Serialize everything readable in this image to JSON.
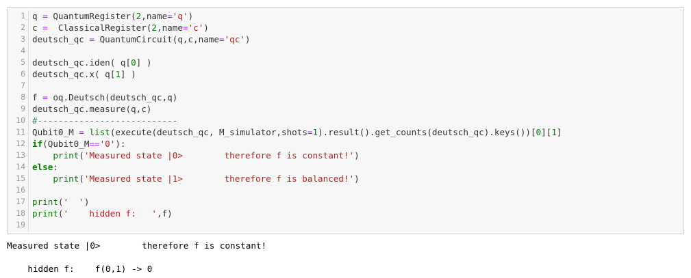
{
  "line_numbers": [
    "1",
    "2",
    "3",
    "4",
    "5",
    "6",
    "7",
    "8",
    "9",
    "10",
    "11",
    "12",
    "13",
    "14",
    "15",
    "16",
    "17",
    "18",
    "19"
  ],
  "code": {
    "l1": {
      "a": "q ",
      "b": "=",
      "c": " QuantumRegister(",
      "d": "2",
      "e": ",name",
      "f": "=",
      "g": "'q'",
      "h": ")"
    },
    "l2": {
      "a": "c ",
      "b": "=",
      "c": "  ClassicalRegister(",
      "d": "2",
      "e": ",name",
      "f": "=",
      "g": "'c'",
      "h": ")"
    },
    "l3": {
      "a": "deutsch_qc ",
      "b": "=",
      "c": " QuantumCircuit(q,c,name",
      "d": "=",
      "e": "'qc'",
      "f": ")"
    },
    "l5": {
      "a": "deutsch_qc.iden( q[",
      "b": "0",
      "c": "] )"
    },
    "l6": {
      "a": "deutsch_qc.x( q[",
      "b": "1",
      "c": "] )"
    },
    "l8": {
      "a": "f ",
      "b": "=",
      "c": " oq.Deutsch(deutsch_qc,q)"
    },
    "l9": {
      "a": "deutsch_qc.measure(q,c)"
    },
    "l10": {
      "a": "#---------------------------"
    },
    "l11": {
      "a": "Qubit0_M ",
      "b": "=",
      "c": " ",
      "d": "list",
      "e": "(execute(deutsch_qc, M_simulator,shots",
      "f": "=",
      "g": "1",
      "h": ").result().get_counts(deutsch_qc).keys())[",
      "i": "0",
      "j": "][",
      "k": "1",
      "l": "]"
    },
    "l12": {
      "a": "if",
      "b": "(Qubit0_M",
      "c": "==",
      "d": "'0'",
      "e": "):"
    },
    "l13": {
      "a": "    ",
      "b": "print",
      "c": "(",
      "d": "'Measured state |0>        therefore f is constant!'",
      "e": ")"
    },
    "l14": {
      "a": "else",
      "b": ":"
    },
    "l15": {
      "a": "    ",
      "b": "print",
      "c": "(",
      "d": "'Measured state |1>        therefore f is balanced!'",
      "e": ")"
    },
    "l17": {
      "a": "print",
      "b": "(",
      "c": "'  '",
      "d": ")"
    },
    "l18": {
      "a": "print",
      "b": "(",
      "c": "'    hidden f:   '",
      "d": ",f)"
    }
  },
  "output": {
    "line1": "Measured state |0>        therefore f is constant!",
    "line2": "",
    "line3": "    hidden f:    f(0,1) -> 0"
  }
}
